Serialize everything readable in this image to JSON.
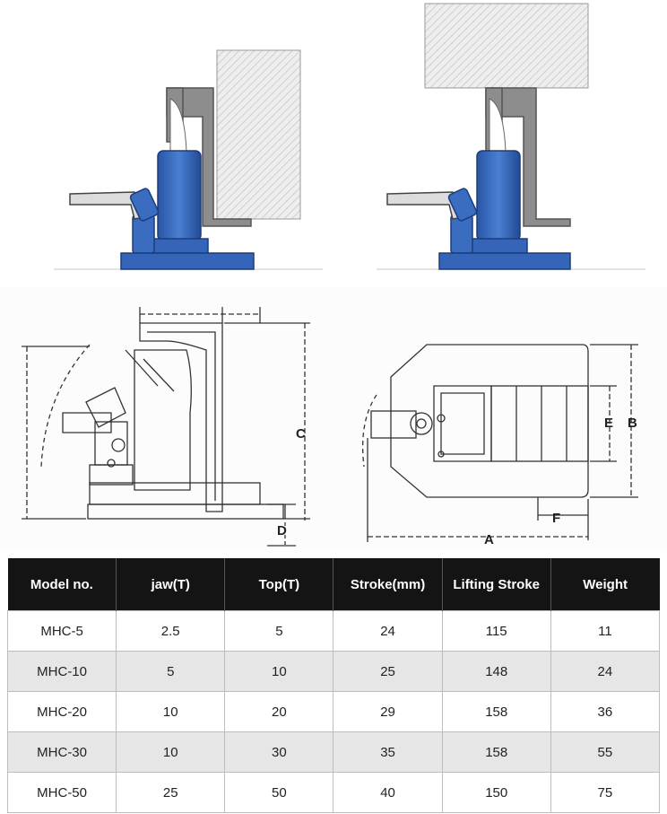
{
  "diagram": {
    "dimension_labels": {
      "a": "A",
      "b": "B",
      "c": "C",
      "d": "D",
      "e": "E",
      "f": "F"
    }
  },
  "colors": {
    "jack_blue": "#3465b8",
    "frame_gray": "#8e8e8e",
    "load_hatch": "#e2e2e2",
    "header_black": "#141414"
  },
  "table": {
    "headers": [
      "Model no.",
      "jaw(T)",
      "Top(T)",
      "Stroke(mm)",
      "Lifting Stroke",
      "Weight"
    ],
    "rows": [
      [
        "MHC-5",
        "2.5",
        "5",
        "24",
        "115",
        "11"
      ],
      [
        "MHC-10",
        "5",
        "10",
        "25",
        "148",
        "24"
      ],
      [
        "MHC-20",
        "10",
        "20",
        "29",
        "158",
        "36"
      ],
      [
        "MHC-30",
        "10",
        "30",
        "35",
        "158",
        "55"
      ],
      [
        "MHC-50",
        "25",
        "50",
        "40",
        "150",
        "75"
      ]
    ]
  }
}
